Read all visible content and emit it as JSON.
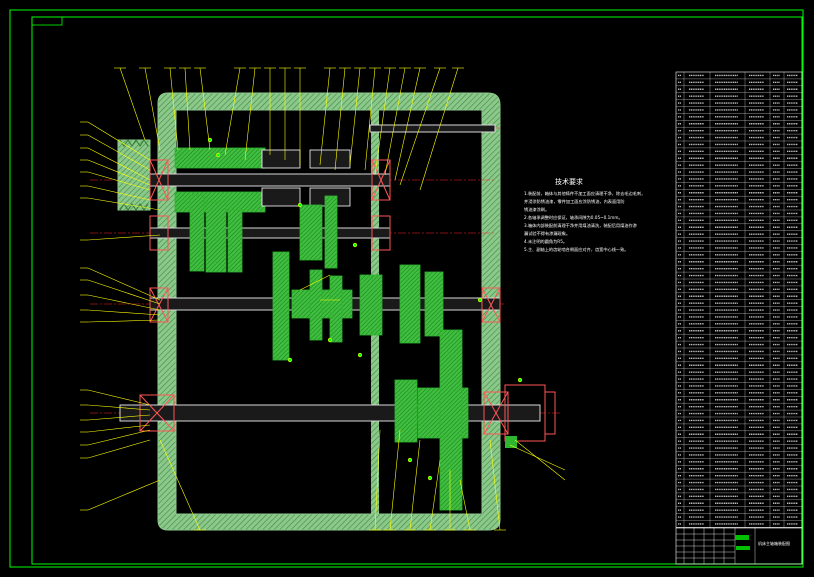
{
  "drawing": {
    "tech_requirements_title": "技术要求",
    "tech_requirements": [
      "1.装配前，箱体与其他铸件不加工面应清理干净，除去毛边毛刺，",
      "并浸涂防锈油漆，零件加工面应涂防锈油，内表面用防",
      "锈油漆涂刷。",
      "2.各轴承调整时应保证，轴承间隙为0.05~0.1mm。",
      "3.箱体内部装配前清理干净并用煤油清洗，装配后用煤油作渗",
      "漏试验不得有渗漏现象。",
      "4.未注明的圆角为R5。",
      "5.主、副轴上的齿轮啮合侧面应对齐，齿宽中心线一致。"
    ],
    "title_block_text": "机床主轴箱装配图"
  },
  "colors": {
    "background": "#000000",
    "frame": "#00ff00",
    "housing_fill": "#8cc88c",
    "housing_hatch": "#2f7a2f",
    "gear": "#2fb52f",
    "shaft": "#d8d8d8",
    "bearing": "#ff5555",
    "bearing_inner": "#c0c0c0",
    "centerline": "#ff2020",
    "leader": "#ffff00",
    "text": "#ffffff",
    "table_line": "#ffffff"
  }
}
